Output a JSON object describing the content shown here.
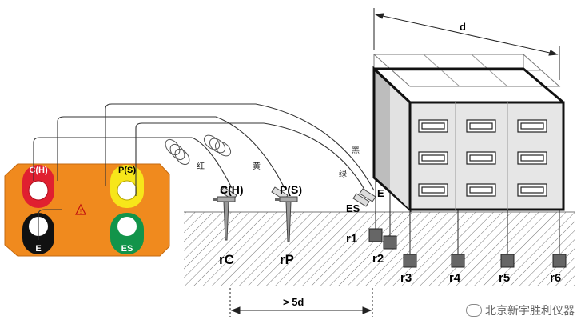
{
  "meter": {
    "terminal_c": "C(H)",
    "terminal_p": "P(S)",
    "terminal_e": "E",
    "terminal_es": "ES",
    "colors": {
      "body": "#F08A1E",
      "red": "#E02030",
      "yellow": "#F7E61A",
      "black": "#111111",
      "green": "#12944A"
    }
  },
  "wires": {
    "red": "红",
    "yellow": "黄",
    "black": "黑",
    "green": "绿"
  },
  "probes": {
    "c_label": "C(H)",
    "p_label": "P(S)",
    "rc": "rC",
    "rp": "rP",
    "e": "E",
    "es": "ES"
  },
  "electrodes": [
    "r1",
    "r2",
    "r3",
    "r4",
    "r5",
    "r6"
  ],
  "dims": {
    "d": "d",
    "spacing": "> 5d"
  },
  "watermark": "北京新宇胜利仪器"
}
